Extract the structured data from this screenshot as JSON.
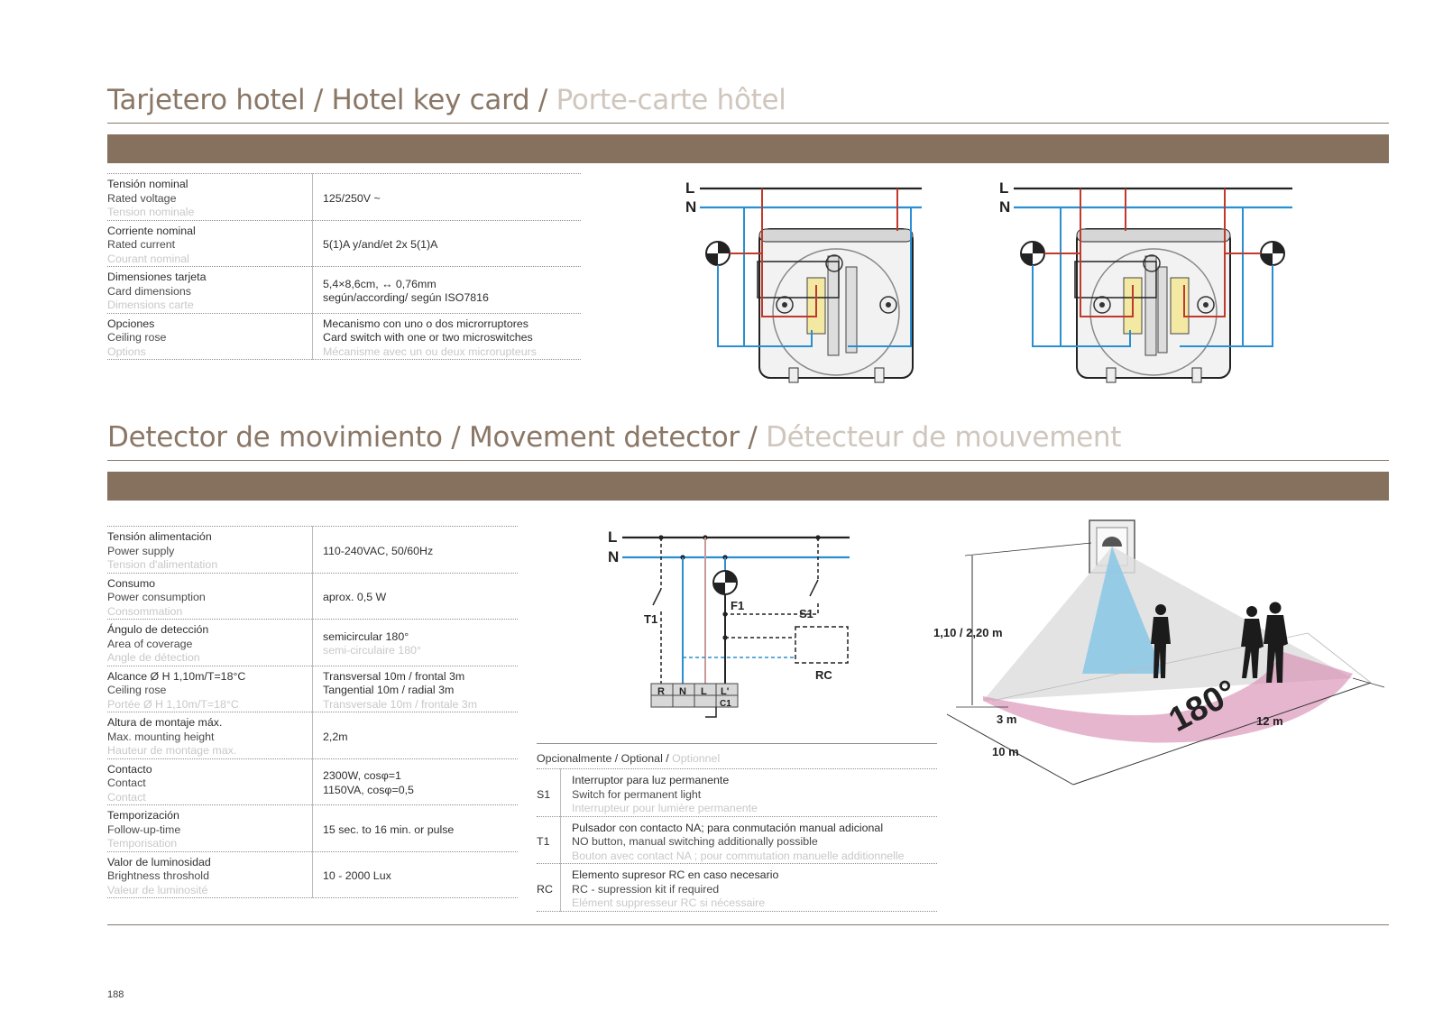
{
  "section1": {
    "title_es_en": "Tarjetero hotel / Hotel key card",
    "title_sep": " / ",
    "title_fr": "Porte-carte hôtel",
    "rows": [
      {
        "es": "Tensión nominal",
        "en": "Rated voltage",
        "fr": "Tension nominale",
        "value_lines": [
          "125/250V ~"
        ]
      },
      {
        "es": "Corriente nominal",
        "en": "Rated current",
        "fr": "Courant nominal",
        "value_lines": [
          "5(1)A y/and/et 2x 5(1)A"
        ]
      },
      {
        "es": "Dimensiones tarjeta",
        "en": "Card dimensions",
        "fr": "Dimensions carte",
        "value_lines": [
          "5,4×8,6cm, ↔ 0,76mm",
          "según/according/ según ISO7816"
        ]
      },
      {
        "es": "Opciones",
        "en": "Ceiling rose",
        "fr": "Options",
        "value_lines": [
          "Mecanismo con uno o dos microrruptores",
          "Card switch with one or two microswitches"
        ],
        "value_fr": "Mécanisme avec un ou deux microrupteurs"
      }
    ]
  },
  "section2": {
    "title_es_en": "Detector de movimiento / Movement detector",
    "title_sep": " / ",
    "title_fr": "Détecteur de mouvement",
    "rows": [
      {
        "es": "Tensión alimentación",
        "en": "Power supply",
        "fr": "Tension d'alimentation",
        "value_lines": [
          "110-240VAC, 50/60Hz"
        ]
      },
      {
        "es": "Consumo",
        "en": "Power consumption",
        "fr": "Consommation",
        "value_lines": [
          "aprox. 0,5 W"
        ]
      },
      {
        "es": "Ángulo de detección",
        "en": "Area of coverage",
        "fr": "Angle de détection",
        "value_lines": [
          "semicircular 180°"
        ],
        "value_fr": "semi-circulaire 180°"
      },
      {
        "es": "Alcance Ø H 1,10m/T=18°C",
        "en": "Ceiling rose",
        "fr": "Portée Ø H 1,10m/T=18°C",
        "value_lines": [
          "Transversal 10m / frontal 3m",
          "Tangential 10m / radial 3m"
        ],
        "value_fr": "Transversale 10m / frontale 3m"
      },
      {
        "es": "Altura de montaje máx.",
        "en": "Max. mounting height",
        "fr": "Hauteur de montage max.",
        "value_lines": [
          "2,2m"
        ]
      },
      {
        "es": "Contacto",
        "en": "Contact",
        "fr": "Contact",
        "value_lines": [
          "2300W, cosφ=1",
          "1150VA, cosφ=0,5"
        ]
      },
      {
        "es": "Temporización",
        "en": "Follow-up-time",
        "fr": "Temporisation",
        "value_lines": [
          "15 sec. to 16 min. or pulse"
        ]
      },
      {
        "es": "Valor de luminosidad",
        "en": "Brightness throshold",
        "fr": "Valeur de luminosité",
        "value_lines": [
          "10 - 2000 Lux"
        ]
      }
    ],
    "optional": {
      "head_es_en": "Opcionalmente / Optional / ",
      "head_fr": "Optionnel",
      "rows": [
        {
          "code": "S1",
          "es": "Interruptor para luz permanente",
          "en": "Switch for permanent light",
          "fr": "Interrupteur pour lumière permanente"
        },
        {
          "code": "T1",
          "es": "Pulsador con contacto NA; para conmutación manual adicional",
          "en": "NO button, manual switching additionally possible",
          "fr": "Bouton avec contact NA ; pour commutation manuelle additionnelle"
        },
        {
          "code": "RC",
          "es": "Elemento supresor RC en caso necesario",
          "en": "RC - supression kit if required",
          "fr": "Elément suppresseur RC si nécessaire"
        }
      ]
    }
  },
  "diagrams": {
    "L": "L",
    "N": "N",
    "T1": "T1",
    "F1": "F1",
    "S1": "S1",
    "RC": "RC",
    "terminals": [
      "R",
      "N",
      "L",
      "L'"
    ],
    "C1": "C1",
    "height": "1,10 / 2,20 m",
    "d3": "3 m",
    "d10": "10 m",
    "d12": "12 m",
    "angle": "180°"
  },
  "page_number": "188",
  "colors": {
    "brown": "#86715f",
    "title": "#8a7766",
    "live": "#c0392b",
    "neutral": "#2a8fd0"
  }
}
